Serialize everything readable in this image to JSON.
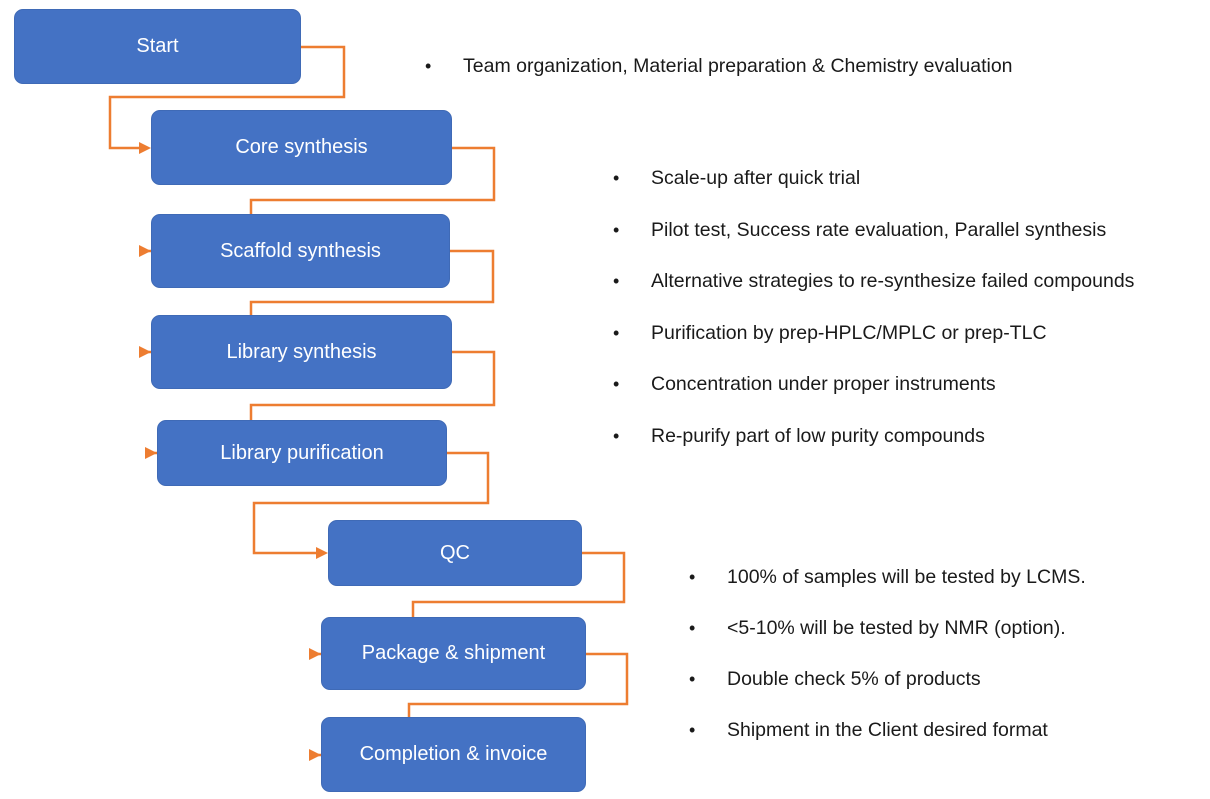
{
  "colors": {
    "box_fill": "#4472c4",
    "box_border": "#3f6ab6",
    "connector": "#ed7d31",
    "text": "#1a1a1a"
  },
  "steps": [
    {
      "id": "start",
      "label": "Start"
    },
    {
      "id": "core-synthesis",
      "label": "Core synthesis"
    },
    {
      "id": "scaffold-synthesis",
      "label": "Scaffold synthesis"
    },
    {
      "id": "library-synthesis",
      "label": "Library synthesis"
    },
    {
      "id": "library-purification",
      "label": "Library purification"
    },
    {
      "id": "qc",
      "label": "QC"
    },
    {
      "id": "package-shipment",
      "label": "Package & shipment"
    },
    {
      "id": "completion-invoice",
      "label": "Completion & invoice"
    }
  ],
  "notes": {
    "start": [
      "Team organization, Material preparation & Chemistry evaluation"
    ],
    "synthesis": [
      "Scale-up after quick trial",
      "Pilot test, Success rate evaluation, Parallel synthesis",
      "Alternative strategies to re-synthesize failed compounds",
      "Purification by prep-HPLC/MPLC or prep-TLC",
      "Concentration under proper instruments",
      "Re-purify part of low purity compounds"
    ],
    "qc": [
      "100% of samples will be tested by LCMS.",
      "<5-10% will be tested by NMR (option).",
      "Double check 5% of products",
      "Shipment in the Client desired format"
    ]
  }
}
